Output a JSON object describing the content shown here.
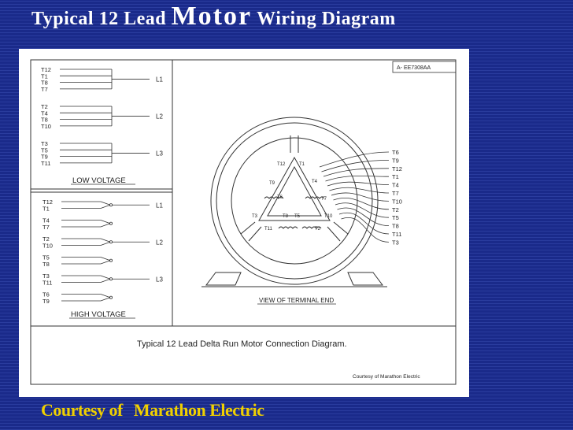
{
  "slide": {
    "title_part1": "Typical 12 Lead",
    "title_part2": "Motor",
    "title_part3": "Wiring Diagram",
    "footer_part1": "Courtesy of",
    "footer_part2": "Marathon Electric"
  },
  "diagram": {
    "drawing_number": "A-   EE7308AA",
    "low_voltage_label": "LOW VOLTAGE",
    "high_voltage_label": "HIGH VOLTAGE",
    "terminal_view_label": "VIEW OF TERMINAL END",
    "caption": "Typical 12 Lead Delta Run Motor Connection Diagram.",
    "courtesy": "Courtesy of Marathon Electric",
    "low_voltage_groups": [
      {
        "leads": [
          "T12",
          "T1",
          "T8",
          "T7"
        ],
        "line": "L1"
      },
      {
        "leads": [
          "T2",
          "T4",
          "T8",
          "T10"
        ],
        "line": "L2"
      },
      {
        "leads": [
          "T3",
          "T5",
          "T9",
          "T11"
        ],
        "line": "L3"
      }
    ],
    "high_voltage_groups": [
      {
        "leads": [
          "T12",
          "T1"
        ],
        "line": "L1"
      },
      {
        "leads": [
          "T4",
          "T7"
        ],
        "line": ""
      },
      {
        "leads": [
          "T2",
          "T10"
        ],
        "line": "L2"
      },
      {
        "leads": [
          "T5",
          "T8"
        ],
        "line": ""
      },
      {
        "leads": [
          "T3",
          "T11"
        ],
        "line": "L3"
      },
      {
        "leads": [
          "T6",
          "T9"
        ],
        "line": ""
      }
    ],
    "motor_leads": [
      "T6",
      "T9",
      "T12",
      "T1",
      "T4",
      "T7",
      "T10",
      "T2",
      "T5",
      "T8",
      "T11",
      "T3"
    ],
    "winding_labels": {
      "t12": "T12",
      "t1": "T1",
      "t9": "T9",
      "t4": "T4",
      "t6": "T6",
      "t7": "T7",
      "t3": "T3",
      "t10": "T10",
      "t8": "T8",
      "t5": "T5",
      "t11": "T11",
      "t2": "T2"
    }
  }
}
